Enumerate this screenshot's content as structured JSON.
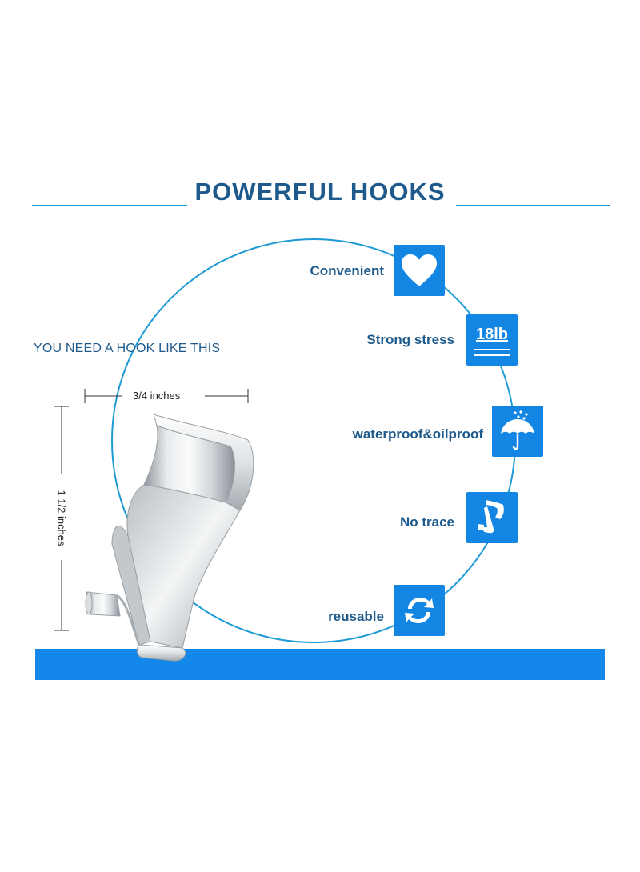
{
  "title": "POWERFUL HOOKS",
  "subtitle": "YOU NEED A HOOK LIKE THIS",
  "dimensions": {
    "width_label": "3/4 inches",
    "height_label": "1 1/2 inches"
  },
  "features": [
    {
      "label": "Convenient",
      "icon": "heart-icon"
    },
    {
      "label": "Strong stress",
      "icon": "weight-icon",
      "icon_text": "18lb"
    },
    {
      "label": "waterproof&oilproof",
      "icon": "umbrella-icon"
    },
    {
      "label": "No trace",
      "icon": "hook-icon"
    },
    {
      "label": "reusable",
      "icon": "recycle-icon"
    }
  ],
  "colors": {
    "primary_blue": "#1386e4",
    "title_navy": "#1f5a8c",
    "accent_cyan": "#1b9ad6"
  }
}
